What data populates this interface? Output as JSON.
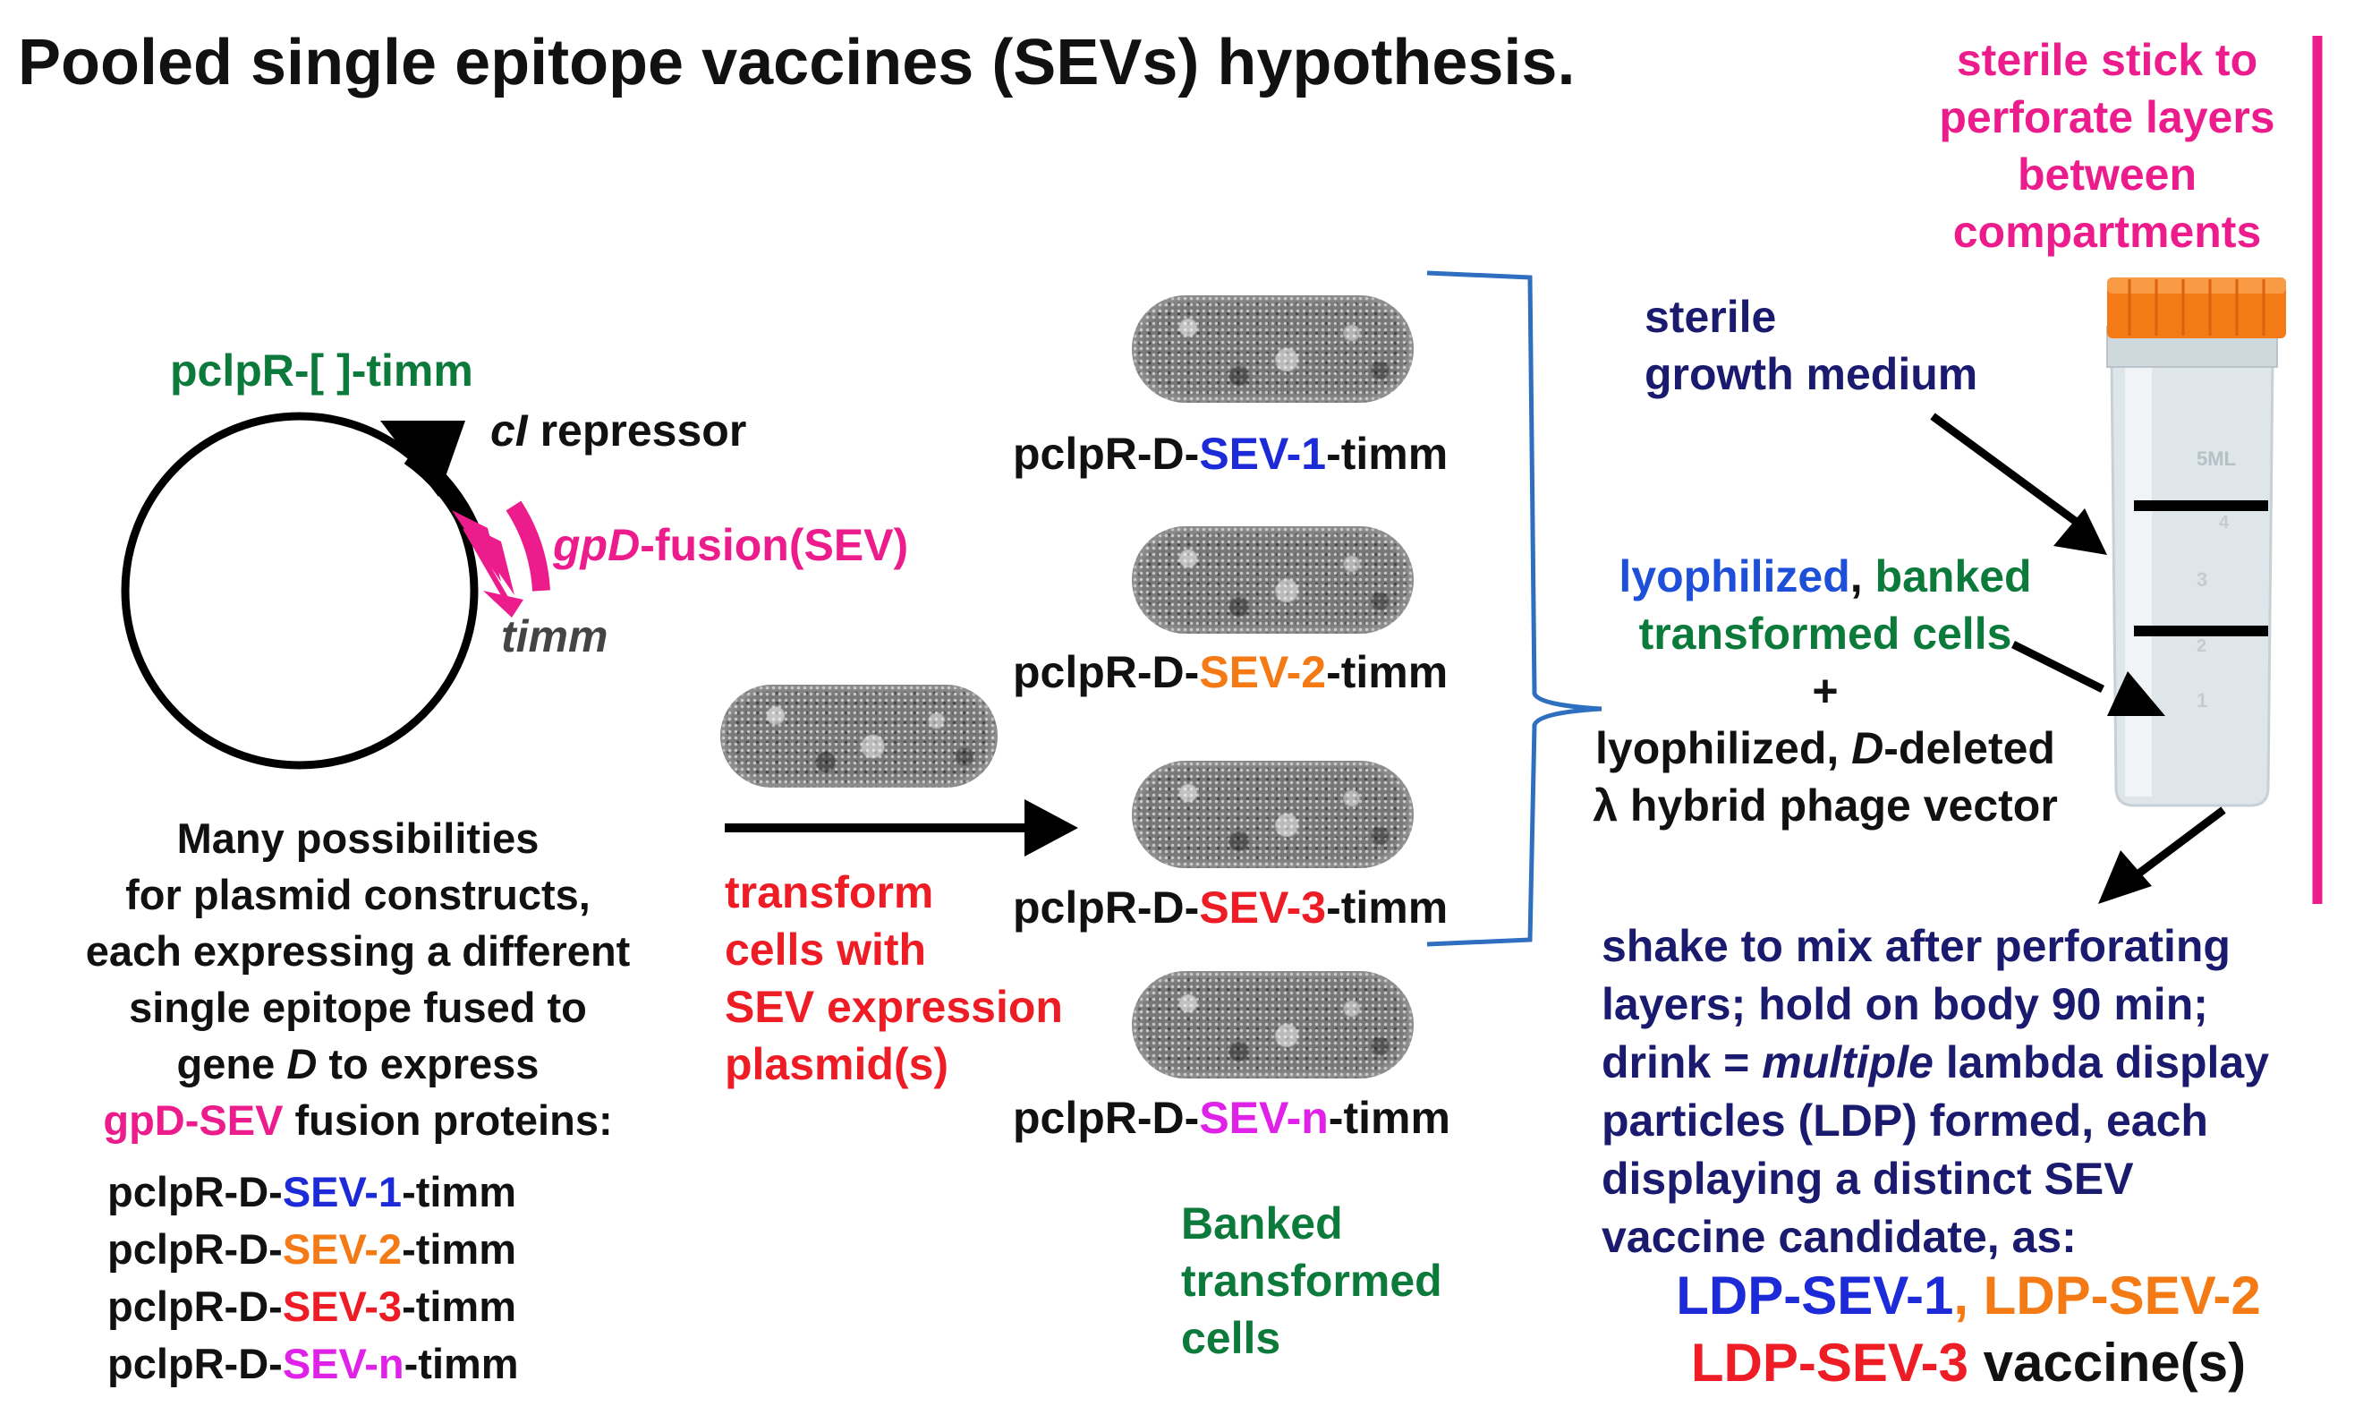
{
  "title": "Pooled single epitope vaccines (SEVs) hypothesis.",
  "plasmid": {
    "name": "pclpR-[ ]-timm",
    "ci": "cI",
    "repressor": " repressor",
    "gpd": "gpD",
    "fusion": "-fusion(SEV)",
    "timm": "timm"
  },
  "description": {
    "line1": "Many possibilities",
    "line2": "for plasmid constructs,",
    "line3": "each expressing a different",
    "line4": "single epitope fused to",
    "line5_pre": "gene ",
    "line5_d": "D",
    "line5_post": " to express",
    "line6_pre": "gpD-SEV",
    "line6_post": " fusion proteins:"
  },
  "construct_prefix": "pclpR-D-",
  "construct_suffix": "-timm",
  "constructs": [
    "SEV-1",
    "SEV-2",
    "SEV-3",
    "SEV-n"
  ],
  "transform": {
    "line1": "transform",
    "line2": "cells with",
    "line3": "SEV expression",
    "line4": "plasmid(s)"
  },
  "banked": {
    "line1": "Banked",
    "line2": "transformed",
    "line3": "cells"
  },
  "stick": {
    "line1": "sterile stick to",
    "line2": "perforate layers",
    "line3": "between",
    "line4": "compartments"
  },
  "medium": {
    "line1": "sterile",
    "line2": "growth medium"
  },
  "lyophilized": {
    "a": "lyophilized",
    "comma": ", ",
    "b": "banked",
    "line2": "transformed cells",
    "plus": "+",
    "line4_pre": "lyophilized, ",
    "line4_d": "D",
    "line4_post": "-deleted",
    "line5": "λ hybrid phage vector"
  },
  "tube_marks": [
    "5ML",
    "4",
    "3",
    "2",
    "1"
  ],
  "shake": {
    "line1": "shake to mix after perforating",
    "line2": "layers; hold on body 90 min;",
    "line3_pre": "drink = ",
    "line3_it": "multiple",
    "line3_post": " lambda display",
    "line4": "particles (LDP) formed, each",
    "line5": "displaying a distinct SEV",
    "line6": "vaccine candidate, as:"
  },
  "ldp": {
    "sev1": "LDP-SEV-1",
    "comma": ", ",
    "sev2": "LDP-SEV-2",
    "sev3": "LDP-SEV-3",
    "vaccines": " vaccine(s)"
  },
  "colors": {
    "green": "#0b7a3b",
    "navy": "#1a1a6e",
    "magenta": "#ec1c8c",
    "red": "#ee1c24",
    "blue": "#1d2ad8",
    "orange": "#f47a16",
    "violet": "#e021e8",
    "bracket": "#2e6fbf",
    "cap": "#f47a16"
  }
}
